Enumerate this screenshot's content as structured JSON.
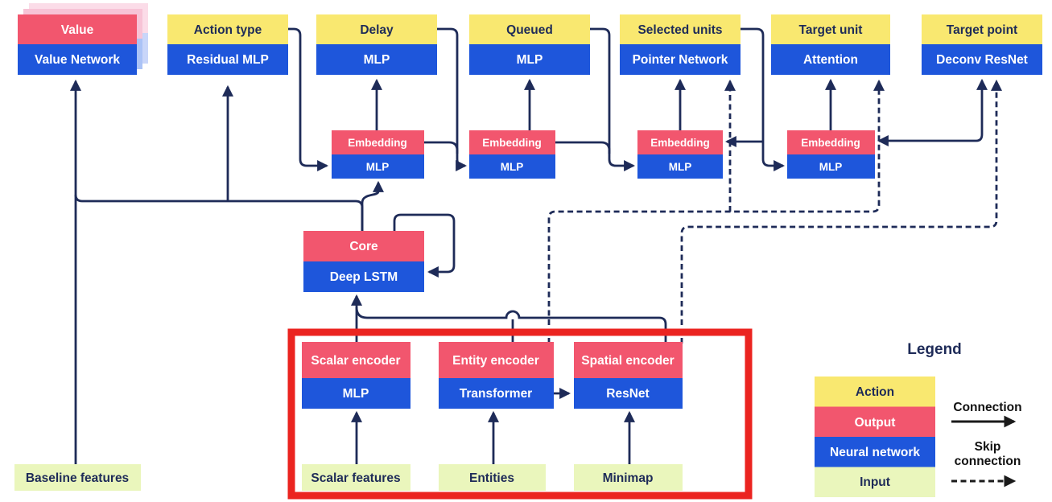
{
  "nodes": {
    "value": {
      "top": "Value",
      "bottom": "Value Network"
    },
    "action_type": {
      "top": "Action type",
      "bottom": "Residual MLP"
    },
    "delay": {
      "top": "Delay",
      "bottom": "MLP"
    },
    "queued": {
      "top": "Queued",
      "bottom": "MLP"
    },
    "selected_units": {
      "top": "Selected units",
      "bottom": "Pointer Network"
    },
    "target_unit": {
      "top": "Target unit",
      "bottom": "Attention"
    },
    "target_point": {
      "top": "Target point",
      "bottom": "Deconv ResNet"
    },
    "embedding1": {
      "top": "Embedding",
      "bottom": "MLP"
    },
    "embedding2": {
      "top": "Embedding",
      "bottom": "MLP"
    },
    "embedding3": {
      "top": "Embedding",
      "bottom": "MLP"
    },
    "embedding4": {
      "top": "Embedding",
      "bottom": "MLP"
    },
    "core": {
      "top": "Core",
      "bottom": "Deep LSTM"
    },
    "scalar_encoder": {
      "top": "Scalar encoder",
      "bottom": "MLP"
    },
    "entity_encoder": {
      "top": "Entity encoder",
      "bottom": "Transformer"
    },
    "spatial_encoder": {
      "top": "Spatial encoder",
      "bottom": "ResNet"
    }
  },
  "inputs": {
    "baseline": "Baseline features",
    "scalar": "Scalar features",
    "entities": "Entities",
    "minimap": "Minimap"
  },
  "legend": {
    "title": "Legend",
    "items": [
      {
        "label": "Action",
        "color": "#F9E870"
      },
      {
        "label": "Output",
        "color": "#F2566E"
      },
      {
        "label": "Neural network",
        "color": "#1E56DB"
      },
      {
        "label": "Input",
        "color": "#EAF6BC"
      }
    ],
    "connection_label": "Connection",
    "skip_label_line1": "Skip",
    "skip_label_line2": "connection"
  },
  "colors": {
    "action_yellow": "#F9E870",
    "output_pink": "#F2566E",
    "network_blue": "#1E56DB",
    "input_green": "#EAF6BC",
    "edge_navy": "#1E2B58",
    "highlight_red": "#EB2420",
    "ghost_pink_near": "#F7C3D6",
    "ghost_blue_near": "#ABC3F6",
    "ghost_pink_far": "#FBDCE8",
    "ghost_blue_far": "#C9D6F9"
  }
}
